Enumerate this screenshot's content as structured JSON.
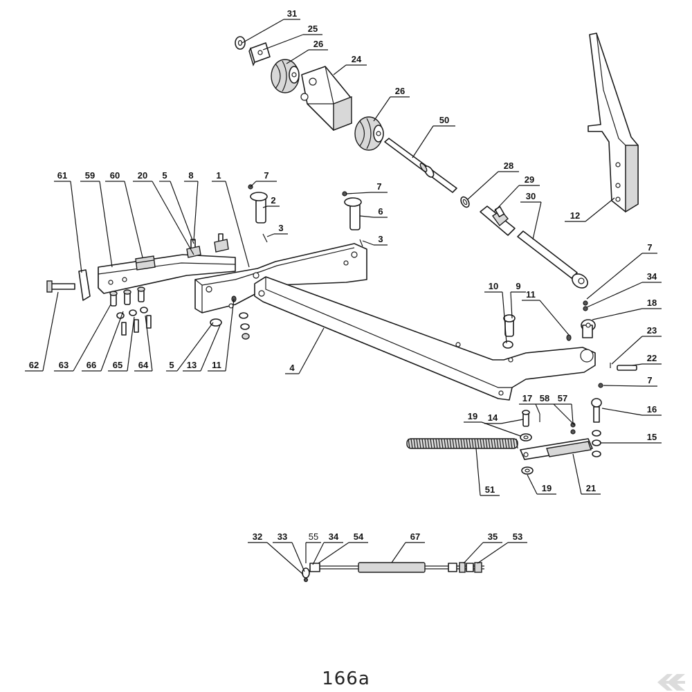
{
  "figure": {
    "label": "166a"
  },
  "callouts": [
    {
      "text": "31"
    },
    {
      "text": "25"
    },
    {
      "text": "26"
    },
    {
      "text": "24"
    },
    {
      "text": "26"
    },
    {
      "text": "50"
    },
    {
      "text": "28"
    },
    {
      "text": "29"
    },
    {
      "text": "30"
    },
    {
      "text": "12"
    },
    {
      "text": "61"
    },
    {
      "text": "59"
    },
    {
      "text": "60"
    },
    {
      "text": "20"
    },
    {
      "text": "5"
    },
    {
      "text": "8"
    },
    {
      "text": "1"
    },
    {
      "text": "7"
    },
    {
      "text": "2"
    },
    {
      "text": "3"
    },
    {
      "text": "7"
    },
    {
      "text": "6"
    },
    {
      "text": "3"
    },
    {
      "text": "7"
    },
    {
      "text": "34"
    },
    {
      "text": "18"
    },
    {
      "text": "10"
    },
    {
      "text": "9"
    },
    {
      "text": "11"
    },
    {
      "text": "23"
    },
    {
      "text": "22"
    },
    {
      "text": "7"
    },
    {
      "text": "16"
    },
    {
      "text": "62"
    },
    {
      "text": "63"
    },
    {
      "text": "66"
    },
    {
      "text": "65"
    },
    {
      "text": "64"
    },
    {
      "text": "5"
    },
    {
      "text": "13"
    },
    {
      "text": "11"
    },
    {
      "text": "4"
    },
    {
      "text": "17"
    },
    {
      "text": "58"
    },
    {
      "text": "57"
    },
    {
      "text": "19"
    },
    {
      "text": "14"
    },
    {
      "text": "15"
    },
    {
      "text": "51"
    },
    {
      "text": "19"
    },
    {
      "text": "21"
    },
    {
      "text": "32"
    },
    {
      "text": "33"
    },
    {
      "text": "55"
    },
    {
      "text": "34"
    },
    {
      "text": "54"
    },
    {
      "text": "67"
    },
    {
      "text": "35"
    },
    {
      "text": "53"
    }
  ],
  "colors": {
    "ink": "#111111",
    "shade": "#d8d8d8",
    "brand_mark": "#dcdcdc"
  },
  "icons": {
    "brand_mark": "brand-logo-icon"
  }
}
